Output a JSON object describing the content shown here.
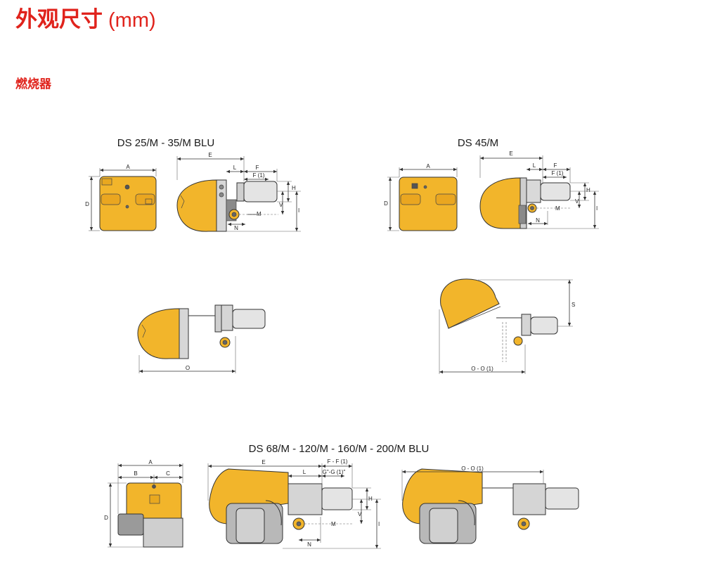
{
  "header": {
    "title": "外观尺寸",
    "unit": "(mm)"
  },
  "section": {
    "title": "燃烧器"
  },
  "models": {
    "ds25_35": "DS 25/M - 35/M BLU",
    "ds45": "DS 45/M",
    "ds68_200": "DS 68/M - 120/M - 160/M - 200/M BLU"
  },
  "labels": {
    "A": "A",
    "B": "B",
    "C": "C",
    "D": "D",
    "E": "E",
    "F": "F",
    "F1": "F (1)",
    "FF1": "F - F (1)",
    "GG1": "G\"-G (1)\"",
    "H": "H",
    "I": "I",
    "L": "L",
    "M": "M",
    "N": "N",
    "O": "O",
    "OO1": "O - O (1)",
    "S": "S",
    "V": "V"
  },
  "colors": {
    "accent": "#e0231c",
    "housing": "#f2b52b",
    "outline": "#333333"
  }
}
